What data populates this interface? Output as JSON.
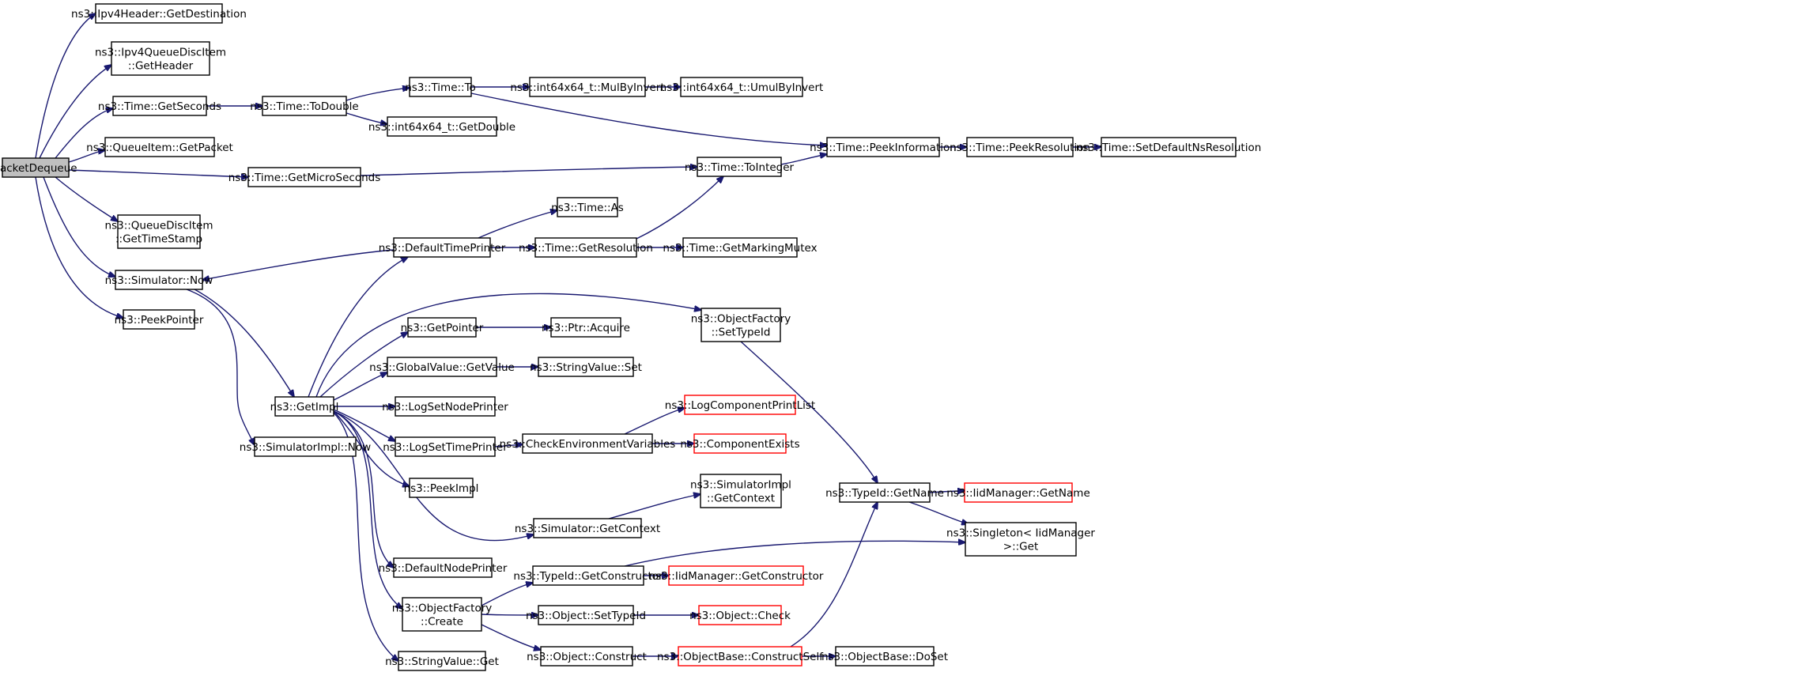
{
  "graph": {
    "root": "PacketDequeue",
    "nodes": [
      {
        "id": "packetdequeue",
        "lines": [
          "PacketDequeue"
        ],
        "root": true
      },
      {
        "id": "ipv4-getdest",
        "lines": [
          "ns3::Ipv4Header::GetDestination"
        ]
      },
      {
        "id": "ipv4qdi-getheader",
        "lines": [
          "ns3::Ipv4QueueDiscItem",
          "::GetHeader"
        ]
      },
      {
        "id": "time-getseconds",
        "lines": [
          "ns3::Time::GetSeconds"
        ]
      },
      {
        "id": "queueitem-getpacket",
        "lines": [
          "ns3::QueueItem::GetPacket"
        ]
      },
      {
        "id": "time-getmicroseconds",
        "lines": [
          "ns3::Time::GetMicroSeconds"
        ]
      },
      {
        "id": "qdi-gettimestamp",
        "lines": [
          "ns3::QueueDiscItem",
          "::GetTimeStamp"
        ]
      },
      {
        "id": "simulator-now",
        "lines": [
          "ns3::Simulator::Now"
        ]
      },
      {
        "id": "peekpointer",
        "lines": [
          "ns3::PeekPointer"
        ]
      },
      {
        "id": "time-todouble",
        "lines": [
          "ns3::Time::ToDouble"
        ]
      },
      {
        "id": "time-to",
        "lines": [
          "ns3::Time::To"
        ]
      },
      {
        "id": "int64-getdouble",
        "lines": [
          "ns3::int64x64_t::GetDouble"
        ]
      },
      {
        "id": "int64-mulbyinvert",
        "lines": [
          "ns3::int64x64_t::MulByInvert"
        ]
      },
      {
        "id": "int64-umulbyinvert",
        "lines": [
          "ns3::int64x64_t::UmulByInvert"
        ]
      },
      {
        "id": "time-peekinformation",
        "lines": [
          "ns3::Time::PeekInformation"
        ]
      },
      {
        "id": "time-peekresolution",
        "lines": [
          "ns3::Time::PeekResolution"
        ]
      },
      {
        "id": "time-setdefaultnsresolution",
        "lines": [
          "ns3::Time::SetDefaultNsResolution"
        ]
      },
      {
        "id": "time-tointeger",
        "lines": [
          "ns3::Time::ToInteger"
        ]
      },
      {
        "id": "time-as",
        "lines": [
          "ns3::Time::As"
        ]
      },
      {
        "id": "defaulttimeprinter",
        "lines": [
          "ns3::DefaultTimePrinter"
        ]
      },
      {
        "id": "time-getresolution",
        "lines": [
          "ns3::Time::GetResolution"
        ]
      },
      {
        "id": "time-getmarkingmutex",
        "lines": [
          "ns3::Time::GetMarkingMutex"
        ]
      },
      {
        "id": "objectfactory-settypeid",
        "lines": [
          "ns3::ObjectFactory",
          "::SetTypeId"
        ]
      },
      {
        "id": "getpointer",
        "lines": [
          "ns3::GetPointer"
        ]
      },
      {
        "id": "ptr-acquire",
        "lines": [
          "ns3::Ptr::Acquire"
        ]
      },
      {
        "id": "globalvalue-getvalue",
        "lines": [
          "ns3::GlobalValue::GetValue"
        ]
      },
      {
        "id": "stringvalue-set",
        "lines": [
          "ns3::StringValue::Set"
        ]
      },
      {
        "id": "getimpl",
        "lines": [
          "ns3::GetImpl"
        ]
      },
      {
        "id": "logsetnodeprinter",
        "lines": [
          "ns3::LogSetNodePrinter"
        ]
      },
      {
        "id": "simulatorimpl-now",
        "lines": [
          "ns3::SimulatorImpl::Now"
        ]
      },
      {
        "id": "logsettimeprinter",
        "lines": [
          "ns3::LogSetTimePrinter"
        ]
      },
      {
        "id": "checkenvvars",
        "lines": [
          "ns3::CheckEnvironmentVariables"
        ]
      },
      {
        "id": "logcomponentprintlist",
        "lines": [
          "ns3::LogComponentPrintList"
        ],
        "red": true
      },
      {
        "id": "componentexists",
        "lines": [
          "ns3::ComponentExists"
        ],
        "red": true
      },
      {
        "id": "peekimpl",
        "lines": [
          "ns3::PeekImpl"
        ]
      },
      {
        "id": "simulatorimpl-getcontext",
        "lines": [
          "ns3::SimulatorImpl",
          "::GetContext"
        ]
      },
      {
        "id": "simulator-getcontext",
        "lines": [
          "ns3::Simulator::GetContext"
        ]
      },
      {
        "id": "typeid-getname",
        "lines": [
          "ns3::TypeId::GetName"
        ]
      },
      {
        "id": "iidmanager-getname",
        "lines": [
          "ns3::IidManager::GetName"
        ],
        "red": true
      },
      {
        "id": "singleton-get",
        "lines": [
          "ns3::Singleton< IidManager",
          " >::Get"
        ]
      },
      {
        "id": "defaultnodeprinter",
        "lines": [
          "ns3::DefaultNodePrinter"
        ]
      },
      {
        "id": "typeid-getconstructor",
        "lines": [
          "ns3::TypeId::GetConstructor"
        ]
      },
      {
        "id": "iidmanager-getconstructor",
        "lines": [
          "ns3::IidManager::GetConstructor"
        ],
        "red": true
      },
      {
        "id": "objectfactory-create",
        "lines": [
          "ns3::ObjectFactory",
          "::Create"
        ]
      },
      {
        "id": "object-settypeid",
        "lines": [
          "ns3::Object::SetTypeId"
        ]
      },
      {
        "id": "object-check",
        "lines": [
          "ns3::Object::Check"
        ],
        "red": true
      },
      {
        "id": "stringvalue-get",
        "lines": [
          "ns3::StringValue::Get"
        ]
      },
      {
        "id": "object-construct",
        "lines": [
          "ns3::Object::Construct"
        ]
      },
      {
        "id": "objectbase-constructself",
        "lines": [
          "ns3::ObjectBase::ConstructSelf"
        ],
        "red": true
      },
      {
        "id": "objectbase-doset",
        "lines": [
          "ns3::ObjectBase::DoSet"
        ]
      }
    ],
    "edges": [
      {
        "from": "packetdequeue",
        "to": "ipv4-getdest"
      },
      {
        "from": "packetdequeue",
        "to": "ipv4qdi-getheader"
      },
      {
        "from": "packetdequeue",
        "to": "time-getseconds"
      },
      {
        "from": "packetdequeue",
        "to": "queueitem-getpacket"
      },
      {
        "from": "packetdequeue",
        "to": "time-getmicroseconds"
      },
      {
        "from": "packetdequeue",
        "to": "qdi-gettimestamp"
      },
      {
        "from": "packetdequeue",
        "to": "simulator-now"
      },
      {
        "from": "packetdequeue",
        "to": "peekpointer"
      },
      {
        "from": "time-getseconds",
        "to": "time-todouble"
      },
      {
        "from": "time-todouble",
        "to": "time-to"
      },
      {
        "from": "time-todouble",
        "to": "int64-getdouble"
      },
      {
        "from": "time-to",
        "to": "int64-mulbyinvert"
      },
      {
        "from": "time-to",
        "to": "time-peekinformation"
      },
      {
        "from": "int64-mulbyinvert",
        "to": "int64-umulbyinvert"
      },
      {
        "from": "time-getmicroseconds",
        "to": "time-tointeger"
      },
      {
        "from": "time-tointeger",
        "to": "time-peekinformation"
      },
      {
        "from": "time-peekinformation",
        "to": "time-peekresolution"
      },
      {
        "from": "time-peekresolution",
        "to": "time-setdefaultnsresolution"
      },
      {
        "from": "simulator-now",
        "to": "getimpl"
      },
      {
        "from": "simulator-now",
        "to": "simulatorimpl-now"
      },
      {
        "from": "defaulttimeprinter",
        "to": "simulator-now"
      },
      {
        "from": "defaulttimeprinter",
        "to": "time-as"
      },
      {
        "from": "defaulttimeprinter",
        "to": "time-getresolution"
      },
      {
        "from": "time-getresolution",
        "to": "time-tointeger"
      },
      {
        "from": "time-getresolution",
        "to": "time-getmarkingmutex"
      },
      {
        "from": "getimpl",
        "to": "defaulttimeprinter"
      },
      {
        "from": "getimpl",
        "to": "objectfactory-settypeid"
      },
      {
        "from": "getimpl",
        "to": "getpointer"
      },
      {
        "from": "getimpl",
        "to": "globalvalue-getvalue"
      },
      {
        "from": "getimpl",
        "to": "logsetnodeprinter"
      },
      {
        "from": "getimpl",
        "to": "logsettimeprinter"
      },
      {
        "from": "getimpl",
        "to": "peekimpl"
      },
      {
        "from": "getimpl",
        "to": "simulator-getcontext"
      },
      {
        "from": "getimpl",
        "to": "defaultnodeprinter"
      },
      {
        "from": "getimpl",
        "to": "objectfactory-create"
      },
      {
        "from": "getimpl",
        "to": "stringvalue-get"
      },
      {
        "from": "getpointer",
        "to": "ptr-acquire"
      },
      {
        "from": "globalvalue-getvalue",
        "to": "stringvalue-set"
      },
      {
        "from": "logsettimeprinter",
        "to": "checkenvvars"
      },
      {
        "from": "checkenvvars",
        "to": "logcomponentprintlist"
      },
      {
        "from": "checkenvvars",
        "to": "componentexists"
      },
      {
        "from": "simulator-getcontext",
        "to": "simulatorimpl-getcontext"
      },
      {
        "from": "objectfactory-settypeid",
        "to": "typeid-getname"
      },
      {
        "from": "typeid-getname",
        "to": "iidmanager-getname"
      },
      {
        "from": "typeid-getname",
        "to": "singleton-get"
      },
      {
        "from": "typeid-getconstructor",
        "to": "singleton-get"
      },
      {
        "from": "typeid-getconstructor",
        "to": "iidmanager-getconstructor"
      },
      {
        "from": "objectfactory-create",
        "to": "typeid-getconstructor"
      },
      {
        "from": "objectfactory-create",
        "to": "object-settypeid"
      },
      {
        "from": "objectfactory-create",
        "to": "object-construct"
      },
      {
        "from": "object-settypeid",
        "to": "object-check"
      },
      {
        "from": "object-construct",
        "to": "objectbase-constructself"
      },
      {
        "from": "objectbase-constructself",
        "to": "typeid-getname"
      },
      {
        "from": "objectbase-constructself",
        "to": "objectbase-doset"
      }
    ]
  },
  "colors": {
    "edge": "#191970",
    "root_fill": "#bfbfbf",
    "box_border": "#000000",
    "missing_border": "#ff0000"
  }
}
